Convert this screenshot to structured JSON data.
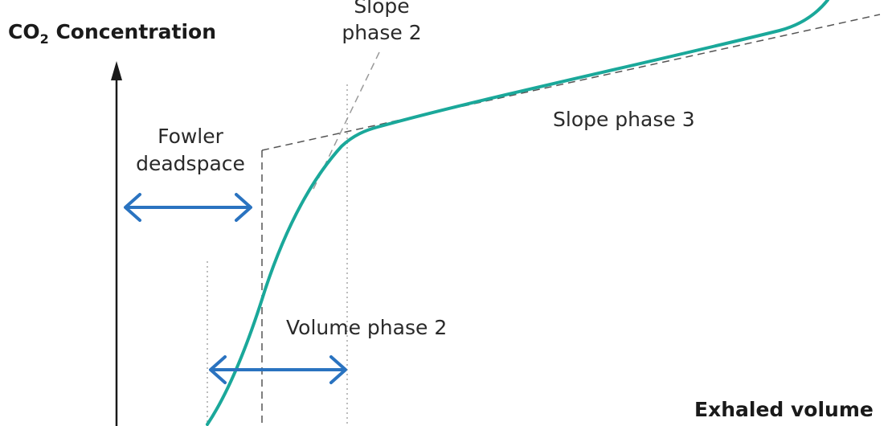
{
  "diagram": {
    "ylabel": {
      "prefix": "CO",
      "subscript": "2",
      "suffix": " Concentration"
    },
    "xlabel": "Exhaled volume",
    "labels": {
      "slope_phase2_line1": "Slope",
      "slope_phase2_line2": "phase 2",
      "slope_phase3": "Slope phase 3",
      "fowler_line1": "Fowler",
      "fowler_line2": "deadspace",
      "volume_phase2": "Volume phase 2"
    },
    "colors": {
      "curve": "#1aa89a",
      "arrow": "#2a73c0",
      "axis": "#1a1a1a",
      "dashed": "#555555",
      "dotted": "#bfbfbf"
    }
  }
}
